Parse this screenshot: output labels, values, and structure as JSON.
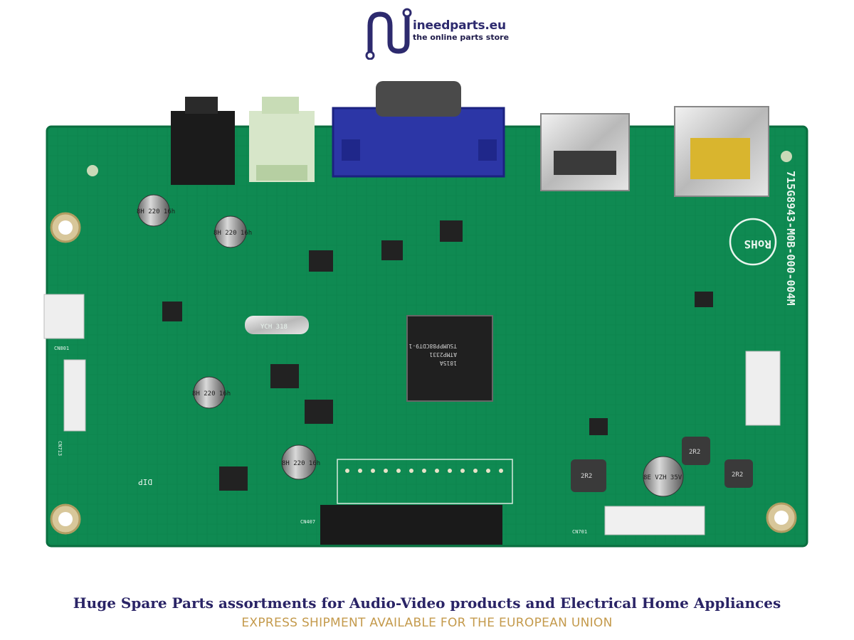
{
  "header": {
    "brand": "ineedparts.eu",
    "tagline": "the online parts store",
    "logo_icon": "n-circuit-logo-icon",
    "brand_color": "#2d2a6e"
  },
  "board": {
    "part_number": "715G8943-M0B-000-004M",
    "rohs_mark": "RoHS",
    "chip_lines": [
      "TSUMPP88CDT9-1",
      "ATMP2331",
      "1815A"
    ],
    "crystal_label": "YCH 318",
    "dip_mark": "DIP",
    "connectors": [
      "CN713",
      "CN701",
      "CN407",
      "CN801"
    ],
    "cap_labels": [
      "8H 220 16h",
      "8H 220 16h",
      "8H 220 16h",
      "8H 220 16h",
      "8E VZH 35V"
    ],
    "inductor_labels": [
      "2R2",
      "2R2",
      "2R2"
    ],
    "colors": {
      "pcb": "#0f8a52",
      "pcb_edge": "#0a6e3f",
      "silkscreen": "#e9f5ee",
      "vga_port": "#2c36a6"
    }
  },
  "footer": {
    "headline": "Huge Spare Parts assortments for Audio-Video products and Electrical Home Appliances",
    "subline": "EXPRESS SHIPMENT AVAILABLE FOR THE EUROPEAN UNION"
  }
}
